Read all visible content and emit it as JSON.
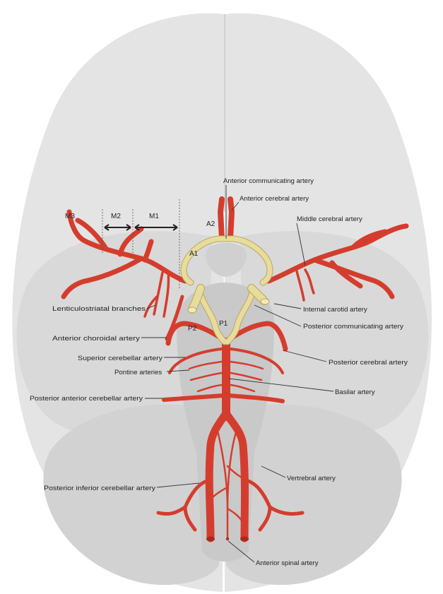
{
  "colors": {
    "artery": "#d43d2e",
    "artery_dark": "#a82a1f",
    "circle_of_willis": "#e8dc9c",
    "circle_outline": "#b8a760",
    "brain_light": "#e4e4e4",
    "brain_mid": "#d6d6d6",
    "brain_dark": "#c9c9c9",
    "text": "#222222"
  },
  "segments": {
    "m3": "M3",
    "m2": "M2",
    "m1": "M1",
    "a2": "A2",
    "a1": "A1",
    "p1": "P1",
    "p2": "P2"
  },
  "labels": {
    "anterior_communicating": "Anterior communicating artery",
    "anterior_cerebral": "Anterior cerebral artery",
    "middle_cerebral": "Middle cerebral artery",
    "lenticulostriatal": "Lenticulostriatal branches",
    "internal_carotid": "Internal carotid artery",
    "posterior_communicating": "Posterior communicating artery",
    "anterior_choroidal": "Anterior choroidal artery",
    "superior_cerebellar": "Superior cerebellar artery",
    "posterior_cerebral": "Posterior cerebral artery",
    "pontine": "Pontine arteries",
    "basilar": "Basilar artery",
    "posterior_anterior_cerebellar": "Posterior anterior cerebellar artery",
    "vertebral": "Vertrebral artery",
    "posterior_inferior_cerebellar": "Posterior inferior cerebellar artery",
    "anterior_spinal": "Anterior spinal artery"
  }
}
